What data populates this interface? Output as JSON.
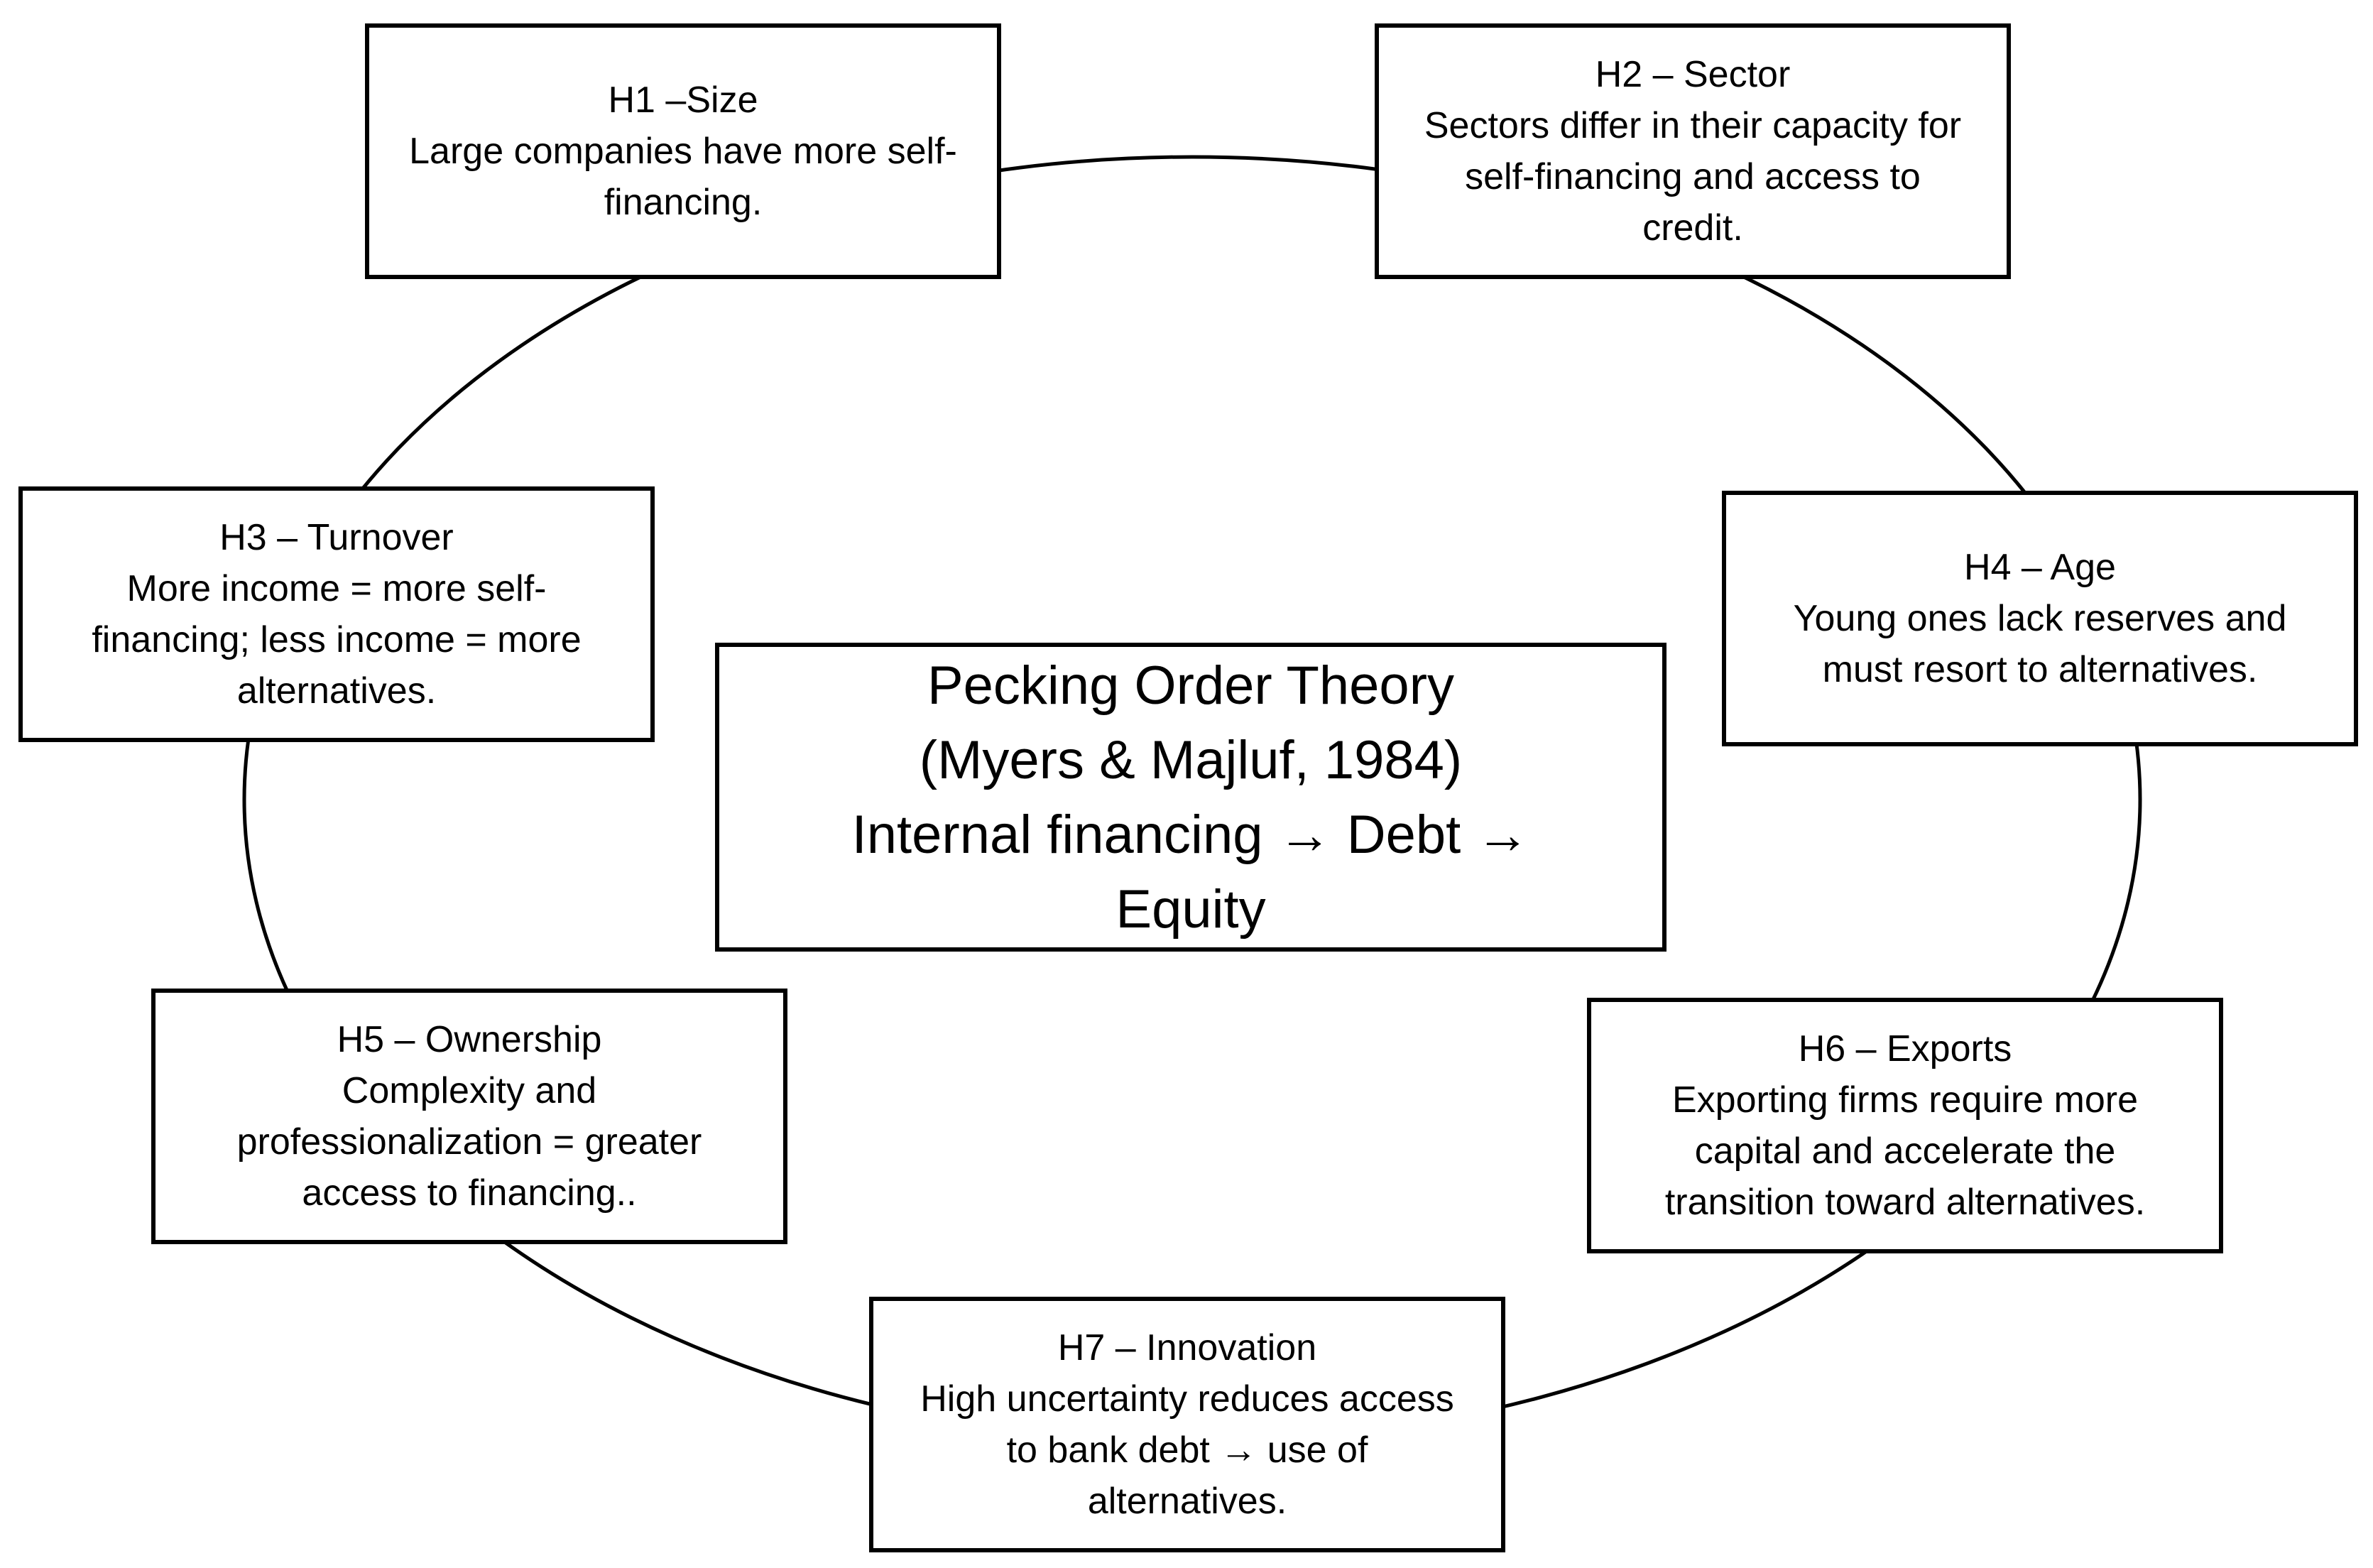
{
  "center": {
    "lines": [
      "Pecking Order Theory",
      "(Myers & Majluf, 1984)",
      "Internal financing → Debt →",
      "Equity"
    ]
  },
  "hypotheses": [
    {
      "id": "h1",
      "lines": [
        "H1 –Size",
        "Large companies have more self-",
        "financing."
      ]
    },
    {
      "id": "h2",
      "lines": [
        "H2 – Sector",
        "Sectors differ in their capacity for",
        "self-financing and access to",
        "credit."
      ]
    },
    {
      "id": "h3",
      "lines": [
        "H3 – Turnover",
        "More income = more self-",
        "financing; less income = more",
        "alternatives."
      ]
    },
    {
      "id": "h4",
      "lines": [
        "H4 – Age",
        "Young ones lack reserves and",
        "must resort to alternatives."
      ]
    },
    {
      "id": "h5",
      "lines": [
        "H5 – Ownership",
        "Complexity and",
        "professionalization = greater",
        "access to financing.."
      ]
    },
    {
      "id": "h6",
      "lines": [
        "H6 – Exports",
        "Exporting firms require more",
        "capital and accelerate the",
        "transition toward alternatives."
      ]
    },
    {
      "id": "h7",
      "lines": [
        "H7 – Innovation",
        "High uncertainty reduces access",
        "to bank debt → use of",
        "alternatives."
      ]
    }
  ]
}
